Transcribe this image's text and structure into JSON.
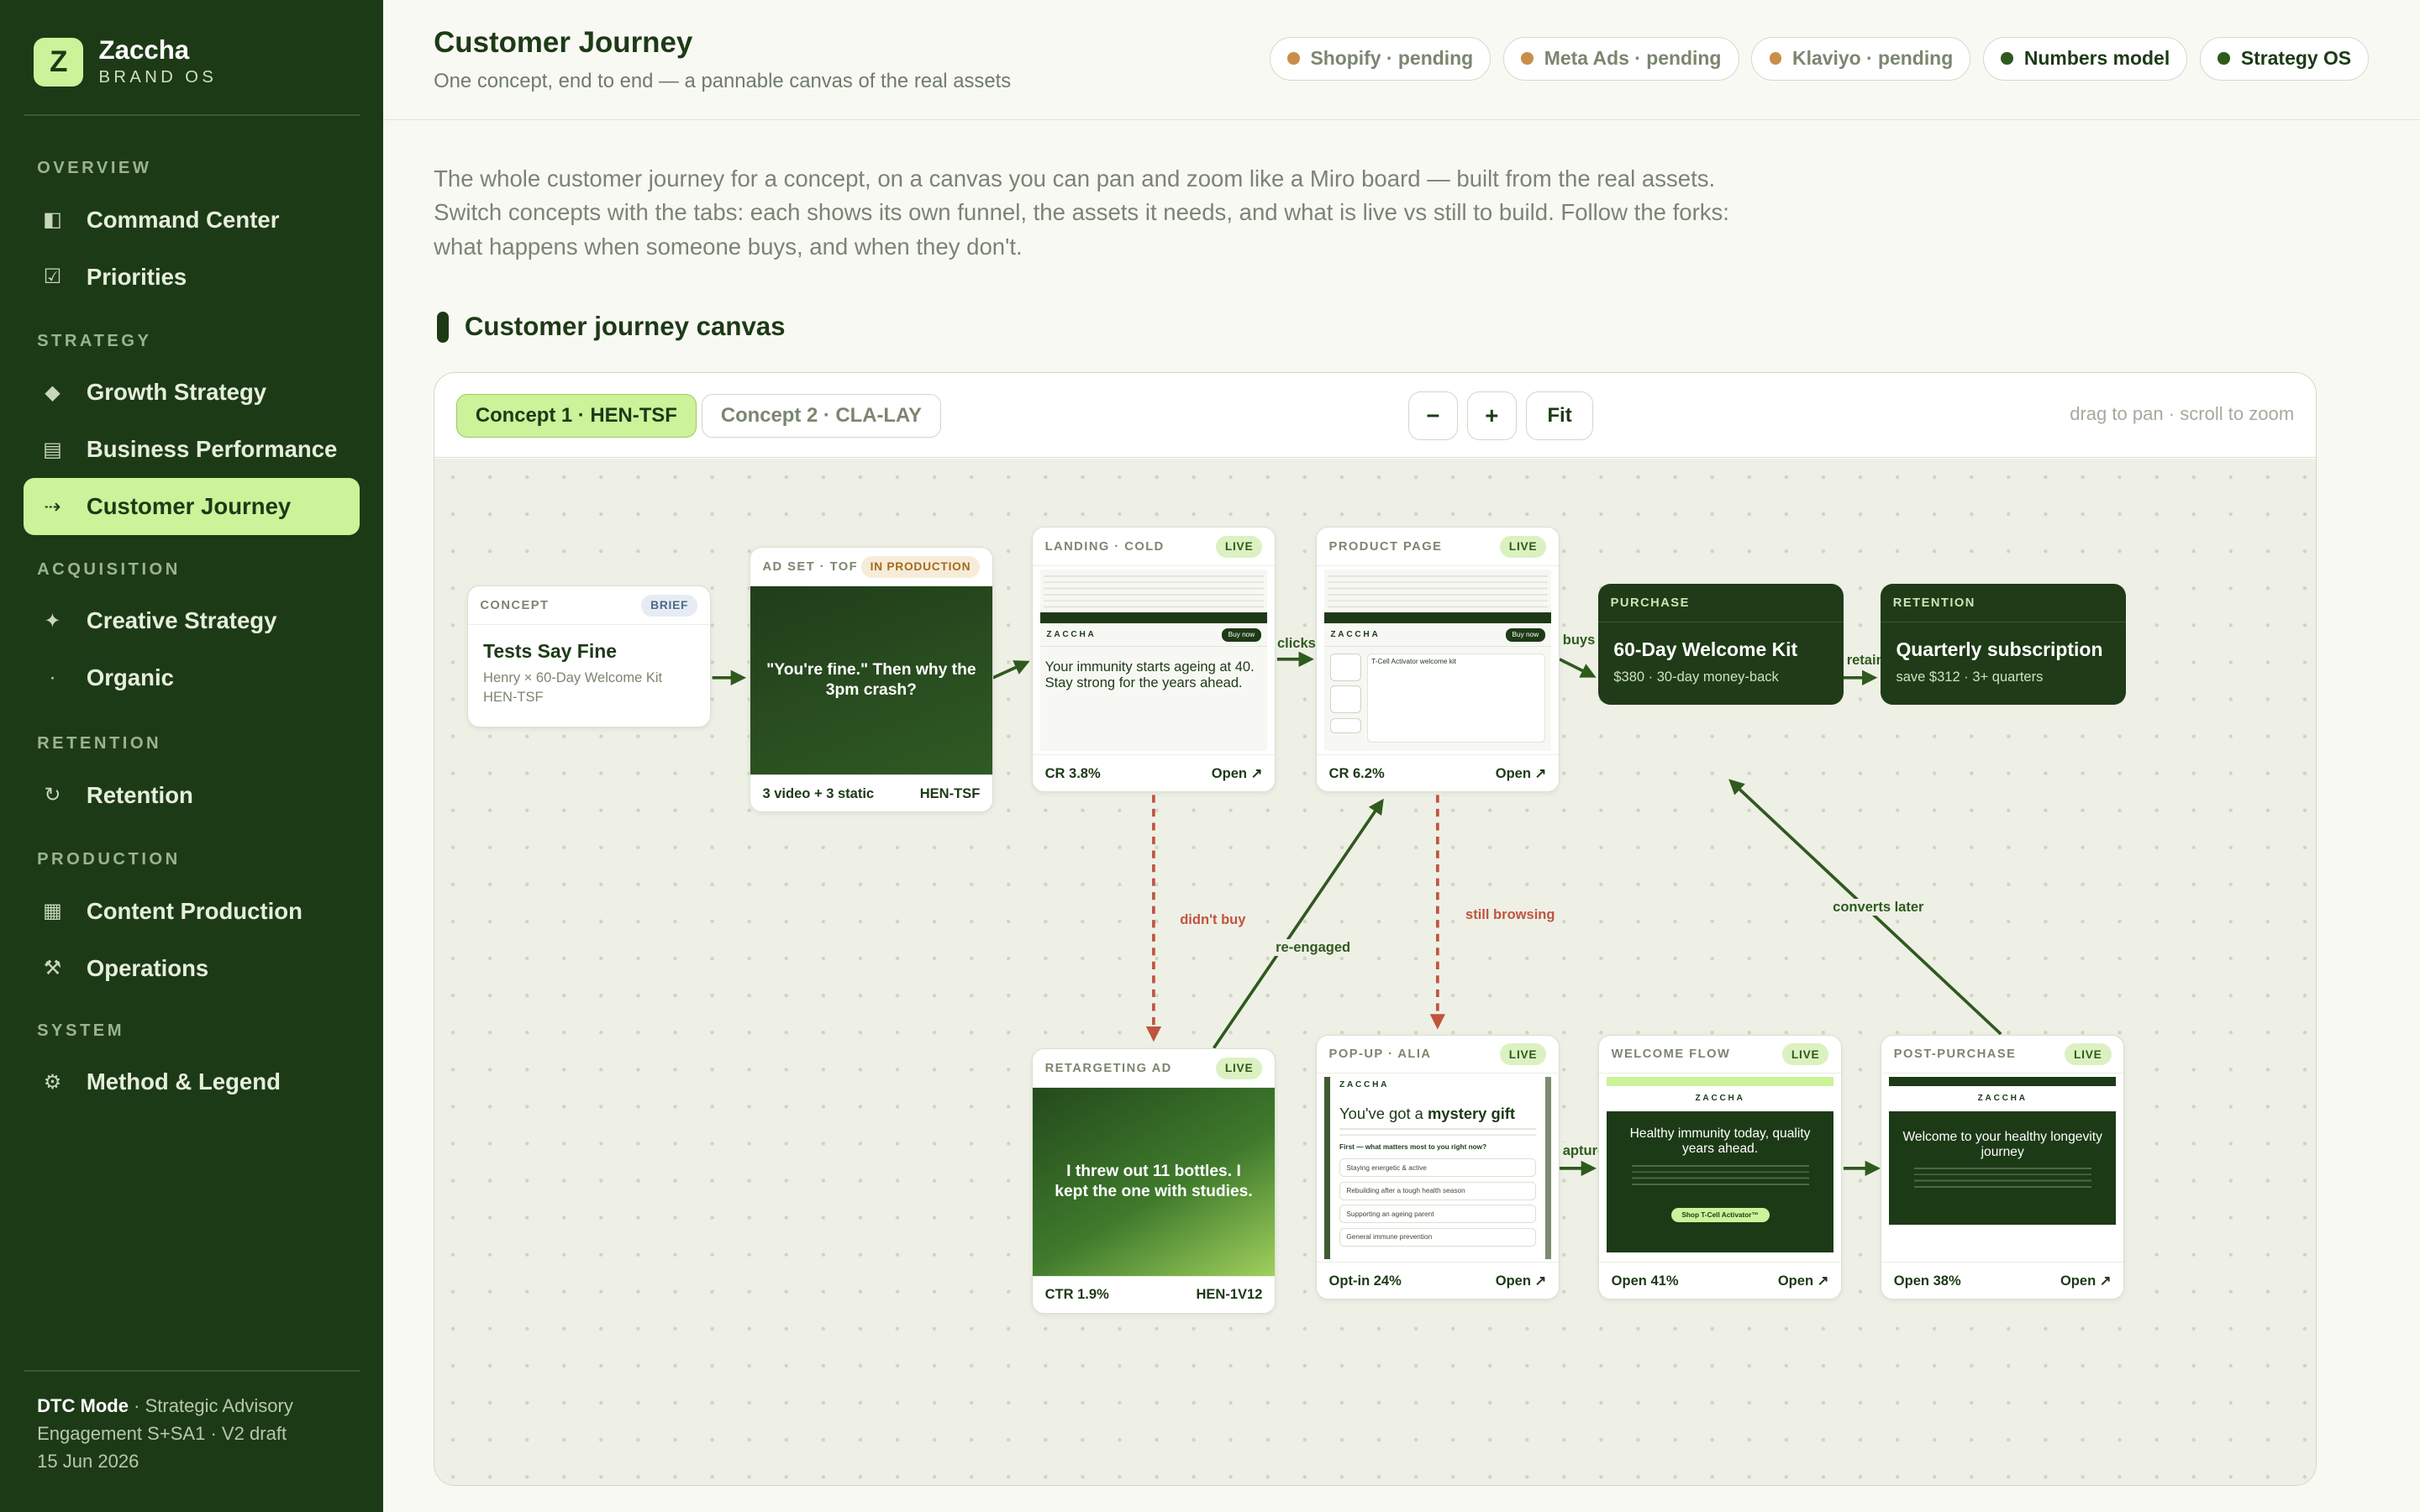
{
  "brand": {
    "logo": "Z",
    "name": "Zaccha",
    "sub": "BRAND OS"
  },
  "sidebar": {
    "sections": [
      {
        "label": "OVERVIEW",
        "items": [
          {
            "icon": "◧",
            "label": "Command Center",
            "name": "command-center"
          },
          {
            "icon": "☑",
            "label": "Priorities",
            "name": "priorities"
          }
        ]
      },
      {
        "label": "STRATEGY",
        "items": [
          {
            "icon": "◆",
            "label": "Growth Strategy",
            "name": "growth-strategy"
          },
          {
            "icon": "▤",
            "label": "Business Performance",
            "name": "business-performance"
          },
          {
            "icon": "⇢",
            "label": "Customer Journey",
            "name": "customer-journey",
            "active": true
          }
        ]
      },
      {
        "label": "ACQUISITION",
        "items": [
          {
            "icon": "✦",
            "label": "Creative Strategy",
            "name": "creative-strategy"
          },
          {
            "icon": "·",
            "label": "Organic",
            "name": "organic"
          }
        ]
      },
      {
        "label": "RETENTION",
        "items": [
          {
            "icon": "↻",
            "label": "Retention",
            "name": "retention"
          }
        ]
      },
      {
        "label": "PRODUCTION",
        "items": [
          {
            "icon": "▦",
            "label": "Content Production",
            "name": "content-production"
          },
          {
            "icon": "⚒",
            "label": "Operations",
            "name": "operations"
          }
        ]
      },
      {
        "label": "SYSTEM",
        "items": [
          {
            "icon": "⚙",
            "label": "Method & Legend",
            "name": "method-legend"
          }
        ]
      }
    ],
    "footer": {
      "mode": "DTC Mode",
      "rest": " · Strategic Advisory Engagement S+SA1 · V2 draft",
      "date": "15 Jun 2026"
    }
  },
  "header": {
    "title": "Customer Journey",
    "subtitle": "One concept, end to end — a pannable canvas of the real assets",
    "pills": [
      {
        "label": "Shopify · pending",
        "dot": "#c98f4a",
        "ok": false
      },
      {
        "label": "Meta Ads · pending",
        "dot": "#c98f4a",
        "ok": false
      },
      {
        "label": "Klaviyo · pending",
        "dot": "#c98f4a",
        "ok": false
      },
      {
        "label": "Numbers model",
        "dot": "#2f5a1e",
        "ok": true
      },
      {
        "label": "Strategy OS",
        "dot": "#2f5a1e",
        "ok": true
      }
    ]
  },
  "intro": "The whole customer journey for a concept, on a canvas you can pan and zoom like a Miro board — built from the real assets. Switch concepts with the tabs: each shows its own funnel, the assets it needs, and what is live vs still to build. Follow the forks: what happens when someone buys, and when they don't.",
  "section_title": "Customer journey canvas",
  "toolbar": {
    "tab1": "Concept 1 · HEN-TSF",
    "tab2": "Concept 2 · CLA-LAY",
    "zoom_out": "−",
    "zoom_in": "+",
    "fit": "Fit",
    "hint": "drag to pan · scroll to zoom"
  },
  "nodes": {
    "concept": {
      "label": "CONCEPT",
      "badge": "BRIEF",
      "title": "Tests Say Fine",
      "sub1": "Henry × 60-Day Welcome Kit",
      "sub2": "HEN-TSF"
    },
    "adset": {
      "label": "AD SET · TOF",
      "badge": "IN PRODUCTION",
      "quote": "\"You're fine.\" Then why the 3pm crash?",
      "foot_left": "3 video + 3 static",
      "foot_right": "HEN-TSF"
    },
    "landing": {
      "label": "LANDING · COLD",
      "badge": "LIVE",
      "logo": "ZACCHA",
      "btn": "Buy now",
      "headline": "Your immunity starts ageing at 40. Stay strong for the years ahead.",
      "foot_left": "CR 3.8%",
      "foot_right": "Open ↗"
    },
    "product": {
      "label": "PRODUCT PAGE",
      "badge": "LIVE",
      "logo": "ZACCHA",
      "btn": "Buy now",
      "prod_name": "T-Cell Activator welcome kit",
      "foot_left": "CR 6.2%",
      "foot_right": "Open ↗"
    },
    "purchase": {
      "label": "PURCHASE",
      "title": "60-Day Welcome Kit",
      "sub": "$380 · 30-day money-back"
    },
    "retention": {
      "label": "RETENTION",
      "title": "Quarterly subscription",
      "sub": "save $312 · 3+ quarters"
    },
    "retarget": {
      "label": "RETARGETING AD",
      "badge": "LIVE",
      "quote": "I threw out 11 bottles. I kept the one with studies.",
      "foot_left": "CTR 1.9%",
      "foot_right": "HEN-1V12"
    },
    "popup": {
      "label": "POP-UP · ALIA",
      "badge": "LIVE",
      "logo": "ZACCHA",
      "headline_a": "You've got a ",
      "headline_b": "mystery gift",
      "question": "First — what matters most to you right now?",
      "options": [
        "Staying energetic & active",
        "Rebuilding after a tough health season",
        "Supporting an ageing parent",
        "General immune prevention"
      ],
      "foot_left": "Opt-in 24%",
      "foot_right": "Open ↗"
    },
    "welcome": {
      "label": "WELCOME FLOW",
      "badge": "LIVE",
      "logo": "ZACCHA",
      "headline": "Healthy immunity today, quality years ahead.",
      "cta": "Shop T-Cell Activator™",
      "foot_left": "Open 41%",
      "foot_right": "Open ↗"
    },
    "postpurchase": {
      "label": "POST-PURCHASE",
      "badge": "LIVE",
      "logo": "ZACCHA",
      "headline": "Welcome to your healthy longevity journey",
      "foot_left": "Open 38%",
      "foot_right": "Open ↗"
    }
  },
  "edges": {
    "clicks": "clicks",
    "buys": "buys",
    "retain": "retain",
    "didnt_buy": "didn't buy",
    "reengaged": "re-engaged",
    "still_browsing": "still browsing",
    "capture": "apture",
    "converts_later": "converts later"
  },
  "colors": {
    "sidebar_bg": "#1d3a17",
    "accent": "#ccf29a",
    "edge_green": "#2f5a1e",
    "edge_red": "#c0543f"
  }
}
